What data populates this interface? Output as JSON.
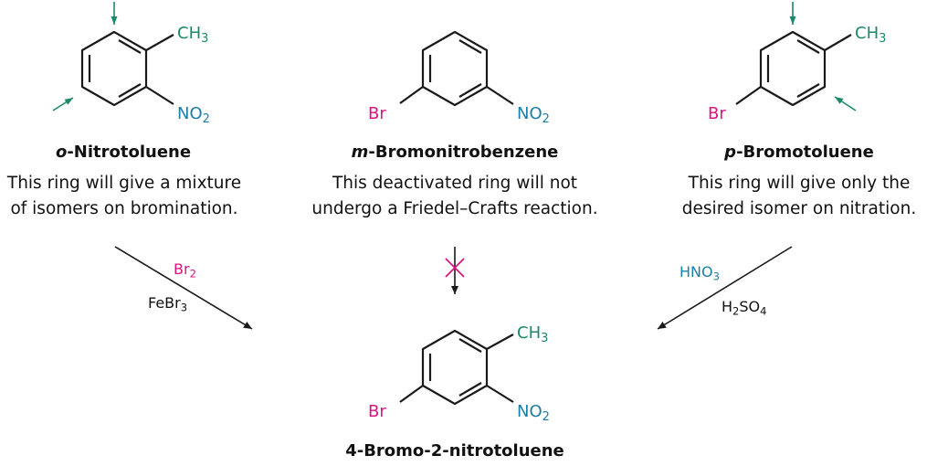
{
  "colors": {
    "methyl": "#1a8a6a",
    "nitro": "#1a7fa8",
    "bromo": "#d6157f",
    "bond": "#1a1a1a",
    "arrow_hint": "#1a8a6a",
    "blocked": "#d6157f"
  },
  "groups": {
    "ch3": "CH",
    "ch3_sub": "3",
    "no2": "NO",
    "no2_sub": "2",
    "br": "Br"
  },
  "compounds": [
    {
      "id": "o-nitrotoluene",
      "name_prefix": "o",
      "name_rest": "-Nitrotoluene",
      "desc_line1": "This ring will give a mixture",
      "desc_line2": "of isomers on bromination."
    },
    {
      "id": "m-bromonitrobenzene",
      "name_prefix": "m",
      "name_rest": "-Bromonitrobenzene",
      "desc_line1": "This deactivated ring will not",
      "desc_line2": "undergo a Friedel–Crafts reaction."
    },
    {
      "id": "p-bromotoluene",
      "name_prefix": "p",
      "name_rest": "-Bromotoluene",
      "desc_line1": "This ring will give only the",
      "desc_line2": "desired isomer on nitration."
    }
  ],
  "product": {
    "name": "4-Bromo-2-nitrotoluene"
  },
  "reagents": {
    "left_top": "Br",
    "left_top_sub": "2",
    "left_bottom_a": "FeBr",
    "left_bottom_sub": "3",
    "right_top": "HNO",
    "right_top_sub": "3",
    "right_bottom_a": "H",
    "right_bottom_sub1": "2",
    "right_bottom_b": "SO",
    "right_bottom_sub2": "4"
  }
}
